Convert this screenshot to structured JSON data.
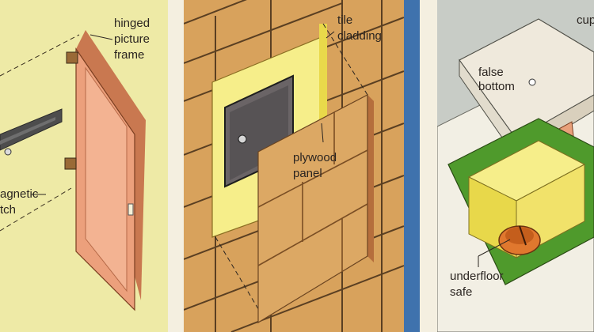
{
  "panel1": {
    "label_frame_line1": "hinged",
    "label_frame_line2": "picture",
    "label_frame_line3": "frame",
    "label_latch_line1": "agnetic",
    "label_latch_line2": "tch"
  },
  "panel2": {
    "label_cladding_line1": "tile",
    "label_cladding_line2": "cladding",
    "label_panel_line1": "plywood",
    "label_panel_line2": "panel"
  },
  "panel3": {
    "label_cupboard": "cup",
    "label_false_bottom_line1": "false",
    "label_false_bottom_line2": "bottom",
    "label_safe_line1": "underfloor",
    "label_safe_line2": "safe"
  },
  "colors": {
    "panel1_background": "#eeeaa6",
    "brick": "#d8a25c",
    "mortar": "#5a3f22",
    "wall_yellow": "#f6ee8a",
    "floor_blue": "#3f72ad",
    "safe_orange": "#e0782e",
    "green_liner": "#4f9a2c",
    "frame_wood": "#e8a07a",
    "grey_wall": "#c8ccc6"
  }
}
